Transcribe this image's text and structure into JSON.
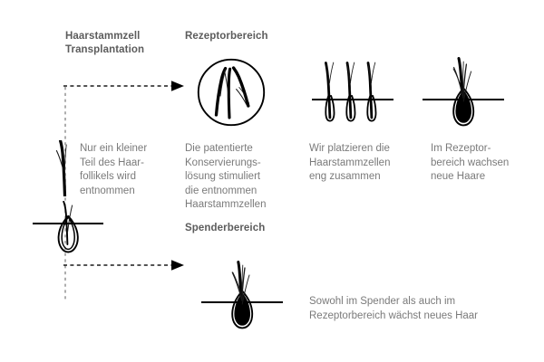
{
  "diagram": {
    "title": "Haarstammzell Transplantation",
    "headings": {
      "transplantation": "Haarstammzell\nTransplantation",
      "receptor_area": "Rezeptorbereich",
      "donor_area": "Spenderbereich"
    },
    "steps": [
      {
        "id": "step-1",
        "caption": "Nur ein kleiner\nTeil des Haar-\nfollikels wird\nentnommen",
        "icons": [
          "extracted-hair-strand-illustration",
          "hair-follicle-in-skin-illustration"
        ]
      },
      {
        "id": "step-2",
        "caption": "Die patentierte\nKonservierungs-\nlösung stimuliert\ndie entnommen\nHaarstammzellen",
        "icons": [
          "hair-strands-in-circle-illustration"
        ]
      },
      {
        "id": "step-3",
        "caption": "Wir platzieren die\nHaarstammzellen\neng zusammen",
        "icons": [
          "three-implanted-hairs-illustration"
        ]
      },
      {
        "id": "step-4",
        "caption": "Im Rezeptor-\nbereich wachsen\nneue Haare",
        "icons": [
          "grown-hair-bulb-illustration"
        ]
      }
    ],
    "bottom_note": {
      "caption": "Sowohl im Spender als auch im\nRezeptorbereich wächst neues Haar",
      "icon": "donor-hair-bulb-illustration"
    },
    "connectors": [
      {
        "id": "arrow-to-receptor",
        "icon": "dashed-arrow-right-icon"
      },
      {
        "id": "arrow-to-donor",
        "icon": "dashed-arrow-right-icon"
      },
      {
        "id": "vertical-dashed-connector",
        "icon": "dashed-vertical-line-icon"
      }
    ],
    "colors": {
      "heading_text": "#5c5c5c",
      "body_text": "#7a7a7a",
      "illustration": "#000000",
      "connector": "#8c8c8c",
      "background": "#ffffff"
    }
  }
}
